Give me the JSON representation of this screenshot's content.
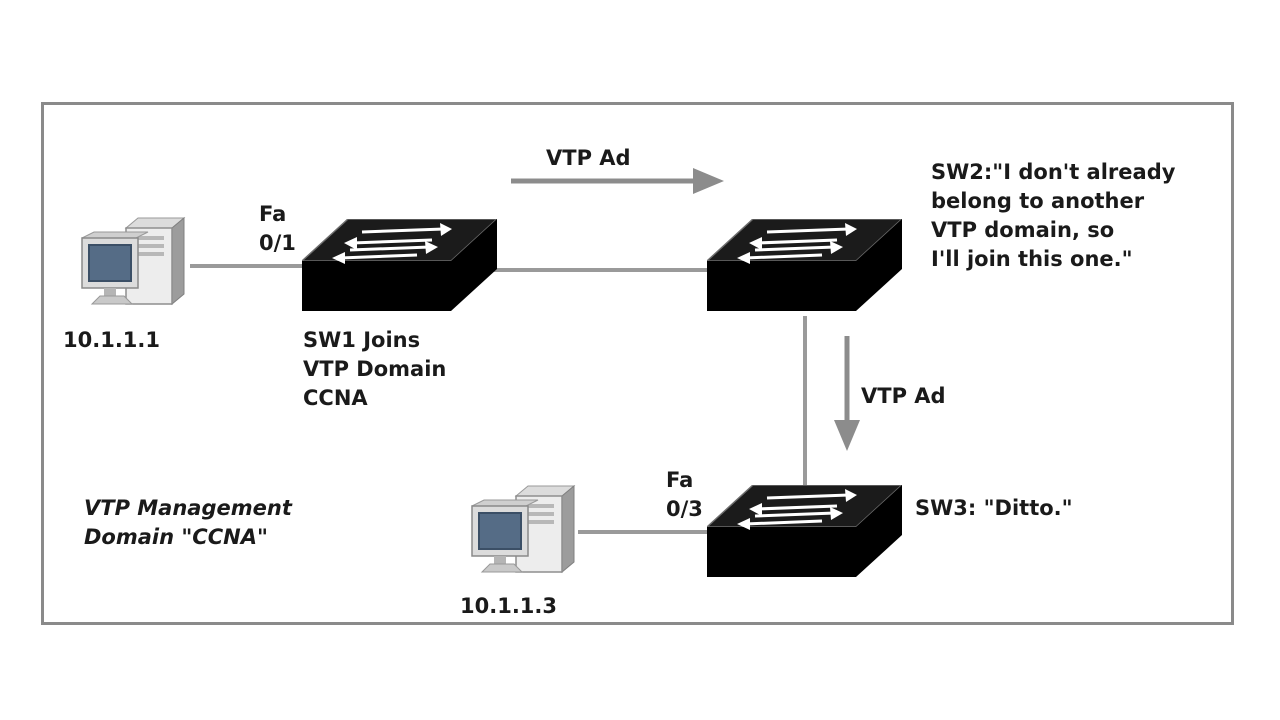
{
  "labels": {
    "vtp_ad_top": "VTP Ad",
    "vtp_ad_right": "VTP Ad",
    "fa01": "Fa\n0/1",
    "fa03": "Fa\n0/3",
    "pc1_ip": "10.1.1.1",
    "pc3_ip": "10.1.1.3",
    "sw1_caption": "SW1 Joins\nVTP Domain\nCCNA",
    "sw2_caption": "SW2:\"I don't already\nbelong to another\nVTP domain, so\nI'll join this one.\"",
    "sw3_caption": "SW3: \"Ditto.\"",
    "domain_caption": "VTP Management\nDomain \"CCNA\""
  },
  "icons": {
    "pc1": "desktop-computer-icon",
    "pc3": "desktop-computer-icon",
    "sw1": "network-switch-icon",
    "sw2": "network-switch-icon",
    "sw3": "network-switch-icon"
  },
  "colors": {
    "frame": "#8a8a8a",
    "link": "#9a9a9a",
    "arrow": "#8c8c8c",
    "switch_body": "#000000",
    "switch_arrows": "#ffffff",
    "text": "#1a1a1a"
  }
}
